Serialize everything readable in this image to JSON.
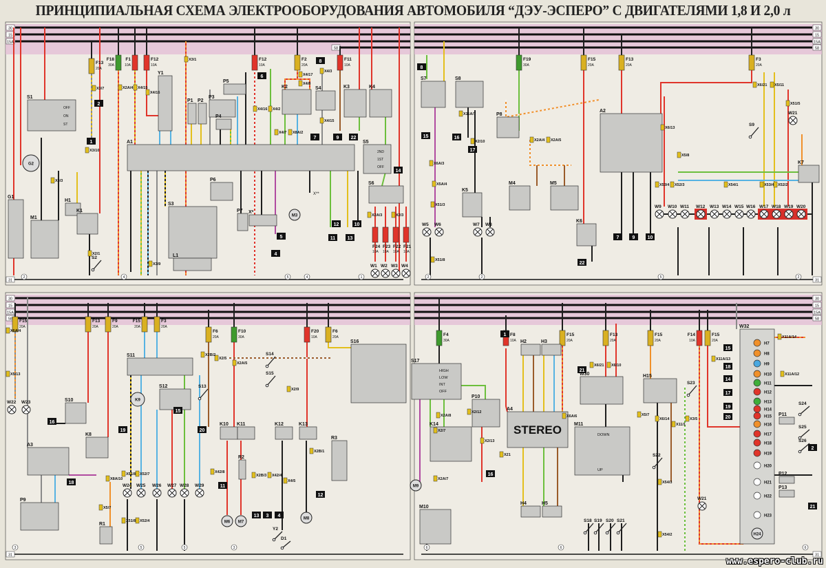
{
  "title": "ПРИНЦИПИАЛЬНАЯ СХЕМА ЭЛЕКТРООБОРУДОВАНИЯ АВТОМОБИЛЯ “ДЭУ-ЭСПЕРО” С ДВИГАТЕЛЯМИ 1,8 И 2,0 л",
  "watermark": "www.espero-club.ru",
  "bus_labels": {
    "b30": "30",
    "b15": "15",
    "b15a": "15A",
    "b58": "58",
    "b31": "31"
  },
  "colors": {
    "bus_band": "#e3bcd6",
    "red": "#e0342a",
    "yellow": "#d9b021",
    "green": "#3f9a2e",
    "component": "#c9c9c6"
  },
  "fuses": [
    {
      "id": "F13",
      "rating": "20A",
      "color": "#d9b021"
    },
    {
      "id": "F18",
      "rating": "30A",
      "color": "#3f9a2e"
    },
    {
      "id": "F1",
      "rating": "10A",
      "color": "#e0342a"
    },
    {
      "id": "F12",
      "rating": "10A",
      "color": "#e0342a"
    },
    {
      "id": "F12",
      "rating": "10A",
      "color": "#e0342a"
    },
    {
      "id": "F2",
      "rating": "20A",
      "color": "#d9b021"
    },
    {
      "id": "F11",
      "rating": "10A",
      "color": "#e0342a"
    },
    {
      "id": "F19",
      "rating": "30A",
      "color": "#3f9a2e"
    },
    {
      "id": "F15",
      "rating": "20A",
      "color": "#d9b021"
    },
    {
      "id": "F13",
      "rating": "20A",
      "color": "#d9b021"
    },
    {
      "id": "F3",
      "rating": "20A",
      "color": "#d9b021"
    },
    {
      "id": "F15",
      "rating": "20A",
      "color": "#d9b021"
    },
    {
      "id": "F13",
      "rating": "20A",
      "color": "#d9b021"
    },
    {
      "id": "F9",
      "rating": "20A",
      "color": "#d9b021"
    },
    {
      "id": "F15",
      "rating": "20A",
      "color": "#d9b021"
    },
    {
      "id": "F3",
      "rating": "20A",
      "color": "#d9b021"
    },
    {
      "id": "F6",
      "rating": "20A",
      "color": "#d9b021"
    },
    {
      "id": "F10",
      "rating": "30A",
      "color": "#3f9a2e"
    },
    {
      "id": "F20",
      "rating": "10A",
      "color": "#e0342a"
    },
    {
      "id": "F6",
      "rating": "20A",
      "color": "#d9b021"
    },
    {
      "id": "F4",
      "rating": "30A",
      "color": "#3f9a2e"
    },
    {
      "id": "F8",
      "rating": "10A",
      "color": "#e0342a"
    },
    {
      "id": "F15",
      "rating": "20A",
      "color": "#d9b021"
    },
    {
      "id": "F13",
      "rating": "20A",
      "color": "#d9b021"
    },
    {
      "id": "F15",
      "rating": "20A",
      "color": "#d9b021"
    },
    {
      "id": "F14",
      "rating": "10A",
      "color": "#e0342a"
    },
    {
      "id": "F15",
      "rating": "20A",
      "color": "#d9b021"
    },
    {
      "id": "F24",
      "rating": "10A",
      "color": "#e0342a"
    },
    {
      "id": "F23",
      "rating": "10A",
      "color": "#e0342a"
    },
    {
      "id": "F22",
      "rating": "10A",
      "color": "#e0342a"
    },
    {
      "id": "F21",
      "rating": "10A",
      "color": "#e0342a"
    }
  ],
  "components": [
    {
      "id": "S1"
    },
    {
      "id": "G2"
    },
    {
      "id": "G1"
    },
    {
      "id": "M1"
    },
    {
      "id": "H1"
    },
    {
      "id": "K1"
    },
    {
      "id": "S2"
    },
    {
      "id": "A1"
    },
    {
      "id": "Y1"
    },
    {
      "id": "P1"
    },
    {
      "id": "P2"
    },
    {
      "id": "P3"
    },
    {
      "id": "P4"
    },
    {
      "id": "P5"
    },
    {
      "id": "K2"
    },
    {
      "id": "S4"
    },
    {
      "id": "K3"
    },
    {
      "id": "K4"
    },
    {
      "id": "S5"
    },
    {
      "id": "S6"
    },
    {
      "id": "P6"
    },
    {
      "id": "S3"
    },
    {
      "id": "L1"
    },
    {
      "id": "P7"
    },
    {
      "id": "X*"
    },
    {
      "id": "M3"
    },
    {
      "id": "S7"
    },
    {
      "id": "S8"
    },
    {
      "id": "P8"
    },
    {
      "id": "K5"
    },
    {
      "id": "M4"
    },
    {
      "id": "M5"
    },
    {
      "id": "A2"
    },
    {
      "id": "K6"
    },
    {
      "id": "S9"
    },
    {
      "id": "K7"
    },
    {
      "id": "A3"
    },
    {
      "id": "P9"
    },
    {
      "id": "S10"
    },
    {
      "id": "K8"
    },
    {
      "id": "R1"
    },
    {
      "id": "S11"
    },
    {
      "id": "K9"
    },
    {
      "id": "S12"
    },
    {
      "id": "S13"
    },
    {
      "id": "K10"
    },
    {
      "id": "K11"
    },
    {
      "id": "K12"
    },
    {
      "id": "K13"
    },
    {
      "id": "R2"
    },
    {
      "id": "R3"
    },
    {
      "id": "S14"
    },
    {
      "id": "S15"
    },
    {
      "id": "S16"
    },
    {
      "id": "M6"
    },
    {
      "id": "M7"
    },
    {
      "id": "M8"
    },
    {
      "id": "Y2"
    },
    {
      "id": "D1"
    },
    {
      "id": "S17"
    },
    {
      "id": "K14"
    },
    {
      "id": "P10"
    },
    {
      "id": "M9"
    },
    {
      "id": "M10"
    },
    {
      "id": "A4"
    },
    {
      "id": "H2"
    },
    {
      "id": "H3"
    },
    {
      "id": "H4"
    },
    {
      "id": "H5"
    },
    {
      "id": "W30"
    },
    {
      "id": "M11"
    },
    {
      "id": "H15"
    },
    {
      "id": "S23"
    },
    {
      "id": "S18"
    },
    {
      "id": "S19"
    },
    {
      "id": "S20"
    },
    {
      "id": "S21"
    },
    {
      "id": "S22"
    },
    {
      "id": "W32"
    },
    {
      "id": "H24"
    },
    {
      "id": "P12"
    },
    {
      "id": "P13"
    },
    {
      "id": "S24"
    },
    {
      "id": "S25"
    },
    {
      "id": "S26"
    },
    {
      "id": "P11"
    }
  ],
  "lamps": [
    "W1",
    "W2",
    "W3",
    "W4",
    "W5",
    "W6",
    "W7",
    "W8",
    "W9",
    "W10",
    "W11",
    "W12",
    "W13",
    "W14",
    "W15",
    "W16",
    "W17",
    "W18",
    "W19",
    "W20",
    "W21",
    "W22",
    "W23",
    "W24",
    "W25",
    "W26",
    "W27",
    "W28",
    "W29",
    "W21"
  ],
  "cluster_lamps": [
    {
      "id": "H7",
      "color": "#f0902a"
    },
    {
      "id": "H8",
      "color": "#f0902a"
    },
    {
      "id": "H9",
      "color": "#4aa8e0"
    },
    {
      "id": "H10",
      "color": "#f0902a"
    },
    {
      "id": "H11",
      "color": "#3fae3a"
    },
    {
      "id": "H12",
      "color": "#e0342a"
    },
    {
      "id": "H13",
      "color": "#3fae3a"
    },
    {
      "id": "H14",
      "color": "#e0342a"
    },
    {
      "id": "H15",
      "color": "#e0342a"
    },
    {
      "id": "H16",
      "color": "#f0902a"
    },
    {
      "id": "H17",
      "color": "#e0342a"
    },
    {
      "id": "H18",
      "color": "#e0342a"
    },
    {
      "id": "H19",
      "color": "#e0342a"
    },
    {
      "id": "H20",
      "color": "#ffffff"
    },
    {
      "id": "H21",
      "color": "#ffffff"
    },
    {
      "id": "H22",
      "color": "#ffffff"
    },
    {
      "id": "H23",
      "color": "#ffffff"
    }
  ],
  "markers": [
    "1",
    "2",
    "6",
    "8",
    "7",
    "9",
    "22",
    "14",
    "10",
    "12",
    "11",
    "13",
    "5",
    "4",
    "8",
    "15",
    "16",
    "17",
    "7",
    "9",
    "10",
    "22",
    "16",
    "18",
    "19",
    "15",
    "20",
    "11",
    "13",
    "3",
    "4",
    "12",
    "1",
    "16",
    "21",
    "15",
    "18",
    "14",
    "17",
    "19",
    "20",
    "21",
    "2"
  ],
  "connectors": [
    "X3/7",
    "X2A/4",
    "X4/15",
    "X4/16",
    "X3/1",
    "X4/16",
    "X4/2",
    "X4/17",
    "X4/8",
    "X4/3",
    "X4/7",
    "X8A/2",
    "X4/15",
    "X3/10",
    "X3/3",
    "X2/1",
    "X3/9",
    "X2A/3",
    "X2/3",
    "X11A/7",
    "X2/10",
    "X6A/3",
    "X5A/4",
    "X51/3",
    "X51/8",
    "X2A/4",
    "X2A/5",
    "X6/21",
    "X5/11",
    "X51/5",
    "X6/13",
    "X5/8",
    "X53/4",
    "X52/3",
    "X54/1",
    "X53/4",
    "X52/2",
    "X6A/4",
    "X5/13",
    "X8A/10",
    "X5/7",
    "X2B/2",
    "X2/5",
    "X2A/5",
    "X42/8",
    "X2B/3",
    "X42/4",
    "X4/5",
    "X2B/1",
    "X2/9",
    "X51/8",
    "X52/7",
    "X51/8",
    "X52/4",
    "X2A/8",
    "X2/12",
    "X2/7",
    "X2/13",
    "X2A/7",
    "X21",
    "X6A/6",
    "X6/21",
    "X6/10",
    "X5/7",
    "X6/14",
    "X11/1",
    "X3/5",
    "X54/3",
    "X54/2",
    "X11A/14",
    "X11A/13",
    "X11A/12"
  ],
  "labels": {
    "s1_positions": [
      "OFF",
      "ON",
      "ST"
    ],
    "s5_positions": [
      "2ND",
      "1ST",
      "OFF"
    ],
    "wiper_positions": [
      "HIGH",
      "LOW",
      "INT",
      "OFF"
    ],
    "m11_positions": [
      "DOWN",
      "UP"
    ],
    "stereo": "STEREO",
    "x_star2": "X**"
  },
  "ground_refs": [
    "2",
    "4",
    "5",
    "4",
    "1",
    "2",
    "2",
    "5",
    "2",
    "3",
    "5",
    "5",
    "3",
    "6",
    "6",
    "6"
  ]
}
